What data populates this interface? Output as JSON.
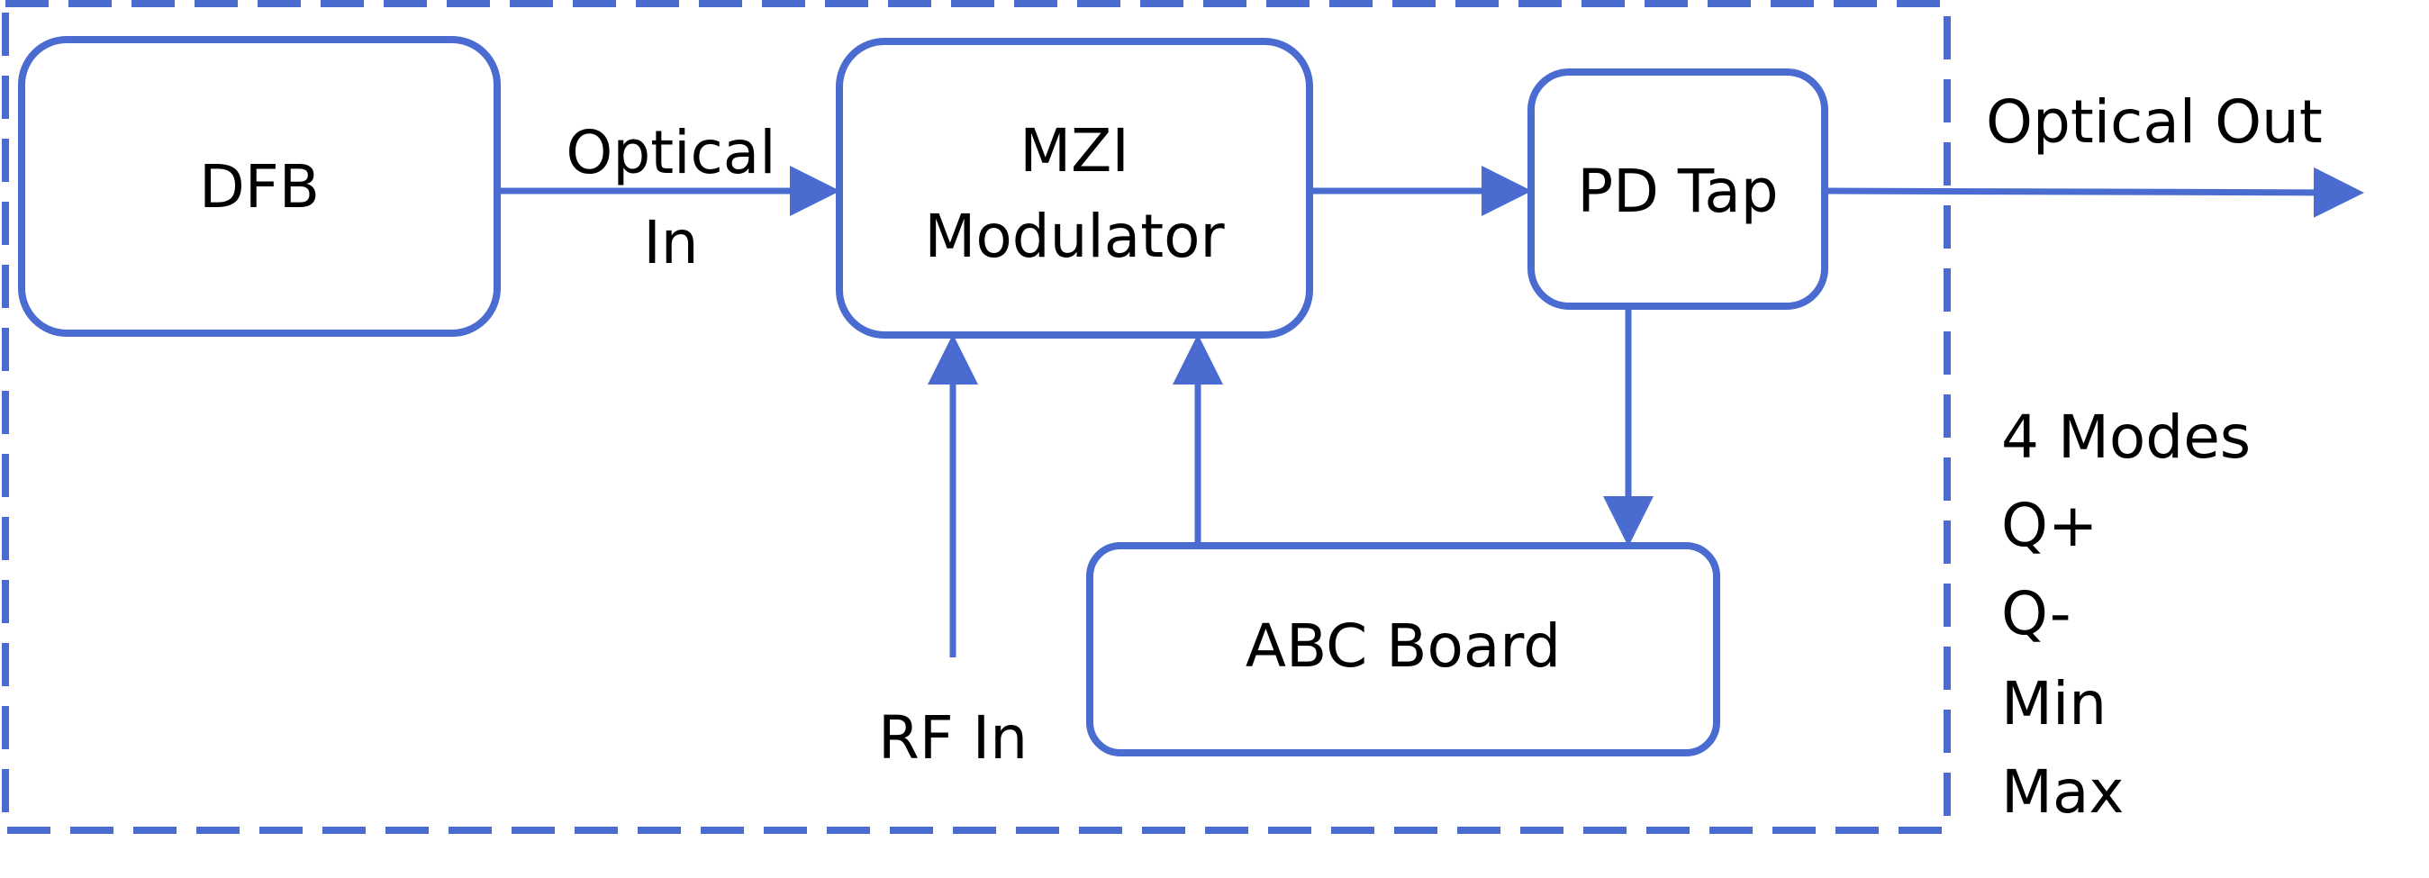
{
  "colors": {
    "stroke": "#4a6bd0",
    "text": "#000000",
    "background": "#ffffff"
  },
  "blocks": {
    "dfb": "DFB",
    "mzi_line1": "MZI",
    "mzi_line2": "Modulator",
    "pd_tap": "PD Tap",
    "abc_board": "ABC Board"
  },
  "signals": {
    "optical_in_line1": "Optical",
    "optical_in_line2": "In",
    "rf_in": "RF In",
    "optical_out": "Optical Out"
  },
  "modes": {
    "title": "4 Modes",
    "items": [
      "Q+",
      "Q-",
      "Min",
      "Max"
    ]
  }
}
